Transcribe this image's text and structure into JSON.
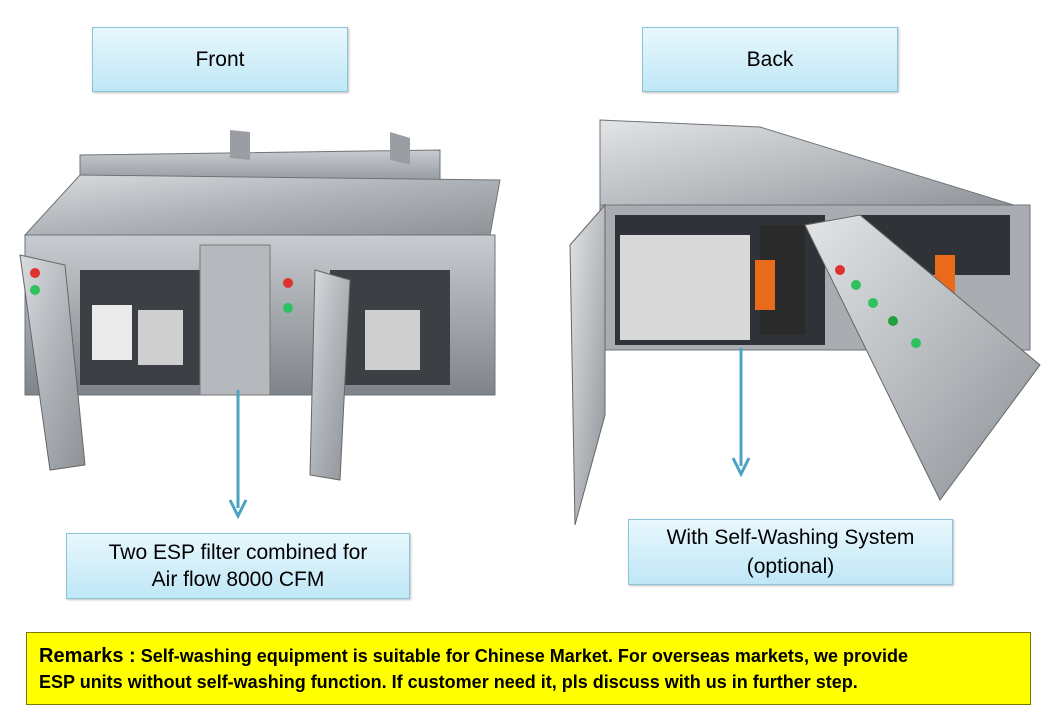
{
  "labels": {
    "front": "Front",
    "back": "Back",
    "esp_line1": "Two ESP filter combined for",
    "esp_line2": "Air flow 8000 CFM",
    "wash_line1": "With Self-Washing System",
    "wash_line2": "(optional)"
  },
  "remarks": {
    "title": "Remarks :",
    "line1": "Self-washing equipment is suitable for Chinese Market. For overseas markets, we provide",
    "line2": "ESP units without self-washing function.  If customer need it, pls discuss with us in further step."
  },
  "colors": {
    "label_fill": "#bfe7f6",
    "arrow": "#4ba3c3",
    "remarks_fill": "#ffff00"
  }
}
